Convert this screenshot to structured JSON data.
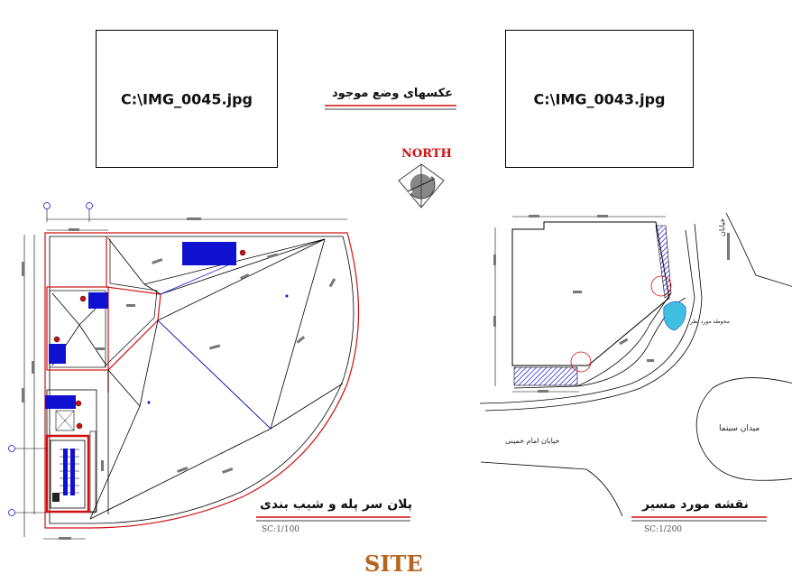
{
  "photo_left": {
    "filename": "C:\\IMG_0045.jpg"
  },
  "photo_right": {
    "filename": "C:\\IMG_0043.jpg"
  },
  "photos_caption": "عکسهای وضع موجود",
  "north_label": "NORTH",
  "roof_plan": {
    "title": "پلان سر پله و شیب بندی",
    "scale": "SC:1/100"
  },
  "location_map": {
    "title": "نقشه مورد مسیر",
    "scale": "SC:1/200",
    "street_label": "خیابان امام خمینی",
    "square_label": "میدان سینما",
    "alley_label": "خیابان",
    "side_note": "محوطه مورد نظر"
  },
  "sheet_title": "SITE",
  "colors": {
    "red": "#d01010",
    "blue": "#1010d0",
    "cyan": "#40c0e0",
    "site": "#b5651d"
  }
}
